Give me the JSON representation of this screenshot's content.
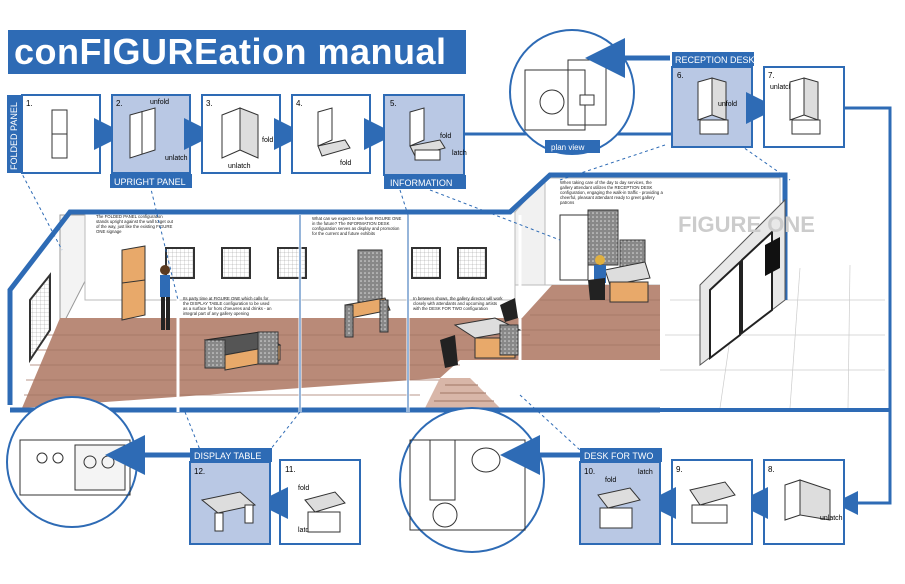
{
  "title": "conFIGUREation manual",
  "labels": {
    "folded_panel": "FOLDED PANEL",
    "upright_panel": "UPRIGHT PANEL",
    "information": "INFORMATION",
    "reception_desk": "RECEPTION DESK",
    "display_table": "DISPLAY TABLE",
    "desk_for_two": "DESK FOR TWO",
    "plan_view": "plan view"
  },
  "steps": [
    "1.",
    "2.",
    "3.",
    "4.",
    "5.",
    "6.",
    "7.",
    "8.",
    "9.",
    "10.",
    "11.",
    "12."
  ],
  "actions": {
    "unfold": "unfold",
    "unlatch": "unlatch",
    "fold": "fold",
    "latch": "latch"
  },
  "room_text": {
    "folded": "The FOLDED PANEL configuration stands upright against the wall to get out of the way, just like the existing FIGURE ONE signage",
    "display": "Its party time at FIGURE ONE which calls for the DISPLAY TABLE configuration to be used as a surface for hors d'oeuvres and drinks - an integral part of any gallery opening",
    "info": "What can we expect to see from FIGURE ONE in the future? The INFORMATION DESK configuration serves as display and promotion for the current and future exhibits",
    "two": "In between shows, the gallery director will work closely with attendants and upcoming artists with the DESK FOR TWO configuration",
    "reception": "When taking care of the day to day services, the gallery attendant utilizes the RECEPTION DESK configuration, engaging the walk-in traffic - providing a cheerful, pleasant attendant ready to greet gallery patrons"
  },
  "wall_sign": "FIGURE ONE",
  "colors": {
    "accent": "#2e6bb5",
    "panel_bg": "#b9c8e4",
    "wood": "#e8a96a",
    "floor": "#b98a78"
  }
}
